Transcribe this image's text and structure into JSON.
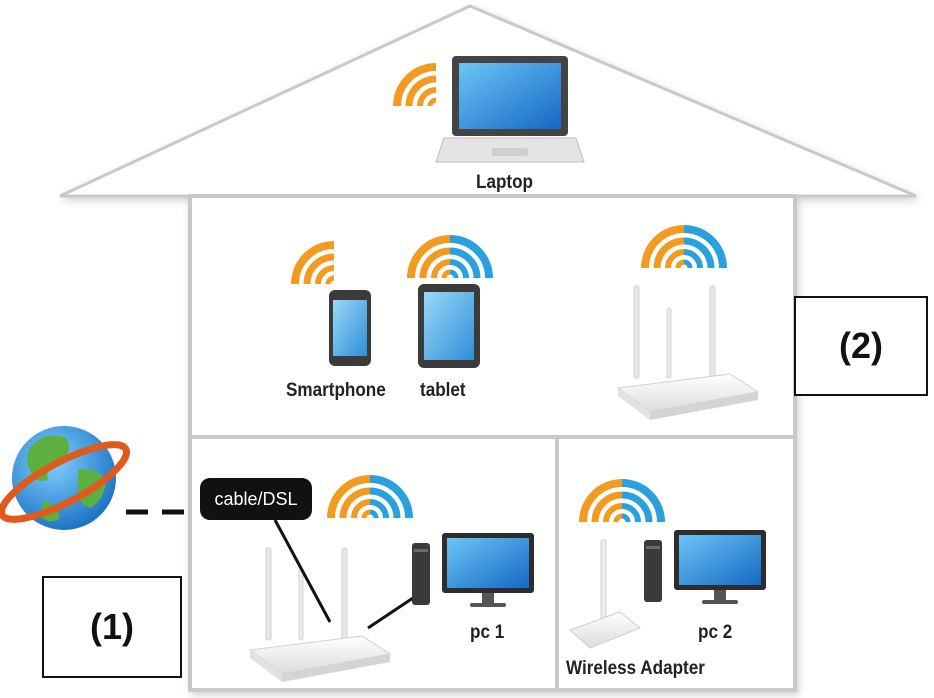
{
  "labels": {
    "laptop": "Laptop",
    "smartphone": "Smartphone",
    "tablet": "tablet",
    "pc1": "pc 1",
    "pc2": "pc 2",
    "wireless_adapter": "Wireless Adapter",
    "modem": "cable/DSL"
  },
  "callouts": {
    "one": "(1)",
    "two": "(2)"
  },
  "icons": [
    "globe-icon",
    "laptop-icon",
    "smartphone-icon",
    "tablet-icon",
    "router-icon",
    "pc-icon",
    "wireless-adapter-icon",
    "wifi-signal-icon"
  ],
  "colors": {
    "wifi_orange": "#f39a21",
    "wifi_blue": "#2aa0dc",
    "house_outline": "#cfcfcf",
    "screen_blue": "#1e88d8"
  }
}
